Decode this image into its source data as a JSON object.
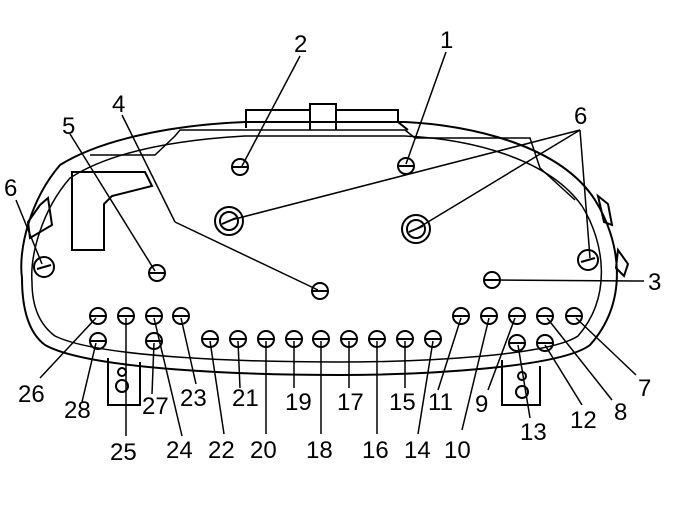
{
  "diagram": {
    "colors": {
      "stroke": "#000000",
      "background": "#ffffff"
    },
    "callouts": [
      {
        "id": "c1",
        "text": "1"
      },
      {
        "id": "c2",
        "text": "2"
      },
      {
        "id": "c3",
        "text": "3"
      },
      {
        "id": "c4",
        "text": "4"
      },
      {
        "id": "c5",
        "text": "5"
      },
      {
        "id": "c6a",
        "text": "6"
      },
      {
        "id": "c6b",
        "text": "6"
      },
      {
        "id": "c7",
        "text": "7"
      },
      {
        "id": "c8",
        "text": "8"
      },
      {
        "id": "c9",
        "text": "9"
      },
      {
        "id": "c10",
        "text": "10"
      },
      {
        "id": "c11",
        "text": "11"
      },
      {
        "id": "c12",
        "text": "12"
      },
      {
        "id": "c13",
        "text": "13"
      },
      {
        "id": "c14",
        "text": "14"
      },
      {
        "id": "c15",
        "text": "15"
      },
      {
        "id": "c16",
        "text": "16"
      },
      {
        "id": "c17",
        "text": "17"
      },
      {
        "id": "c18",
        "text": "18"
      },
      {
        "id": "c19",
        "text": "19"
      },
      {
        "id": "c20",
        "text": "20"
      },
      {
        "id": "c21",
        "text": "21"
      },
      {
        "id": "c22",
        "text": "22"
      },
      {
        "id": "c23",
        "text": "23"
      },
      {
        "id": "c24",
        "text": "24"
      },
      {
        "id": "c25",
        "text": "25"
      },
      {
        "id": "c26",
        "text": "26"
      },
      {
        "id": "c27",
        "text": "27"
      },
      {
        "id": "c28",
        "text": "28"
      }
    ]
  }
}
